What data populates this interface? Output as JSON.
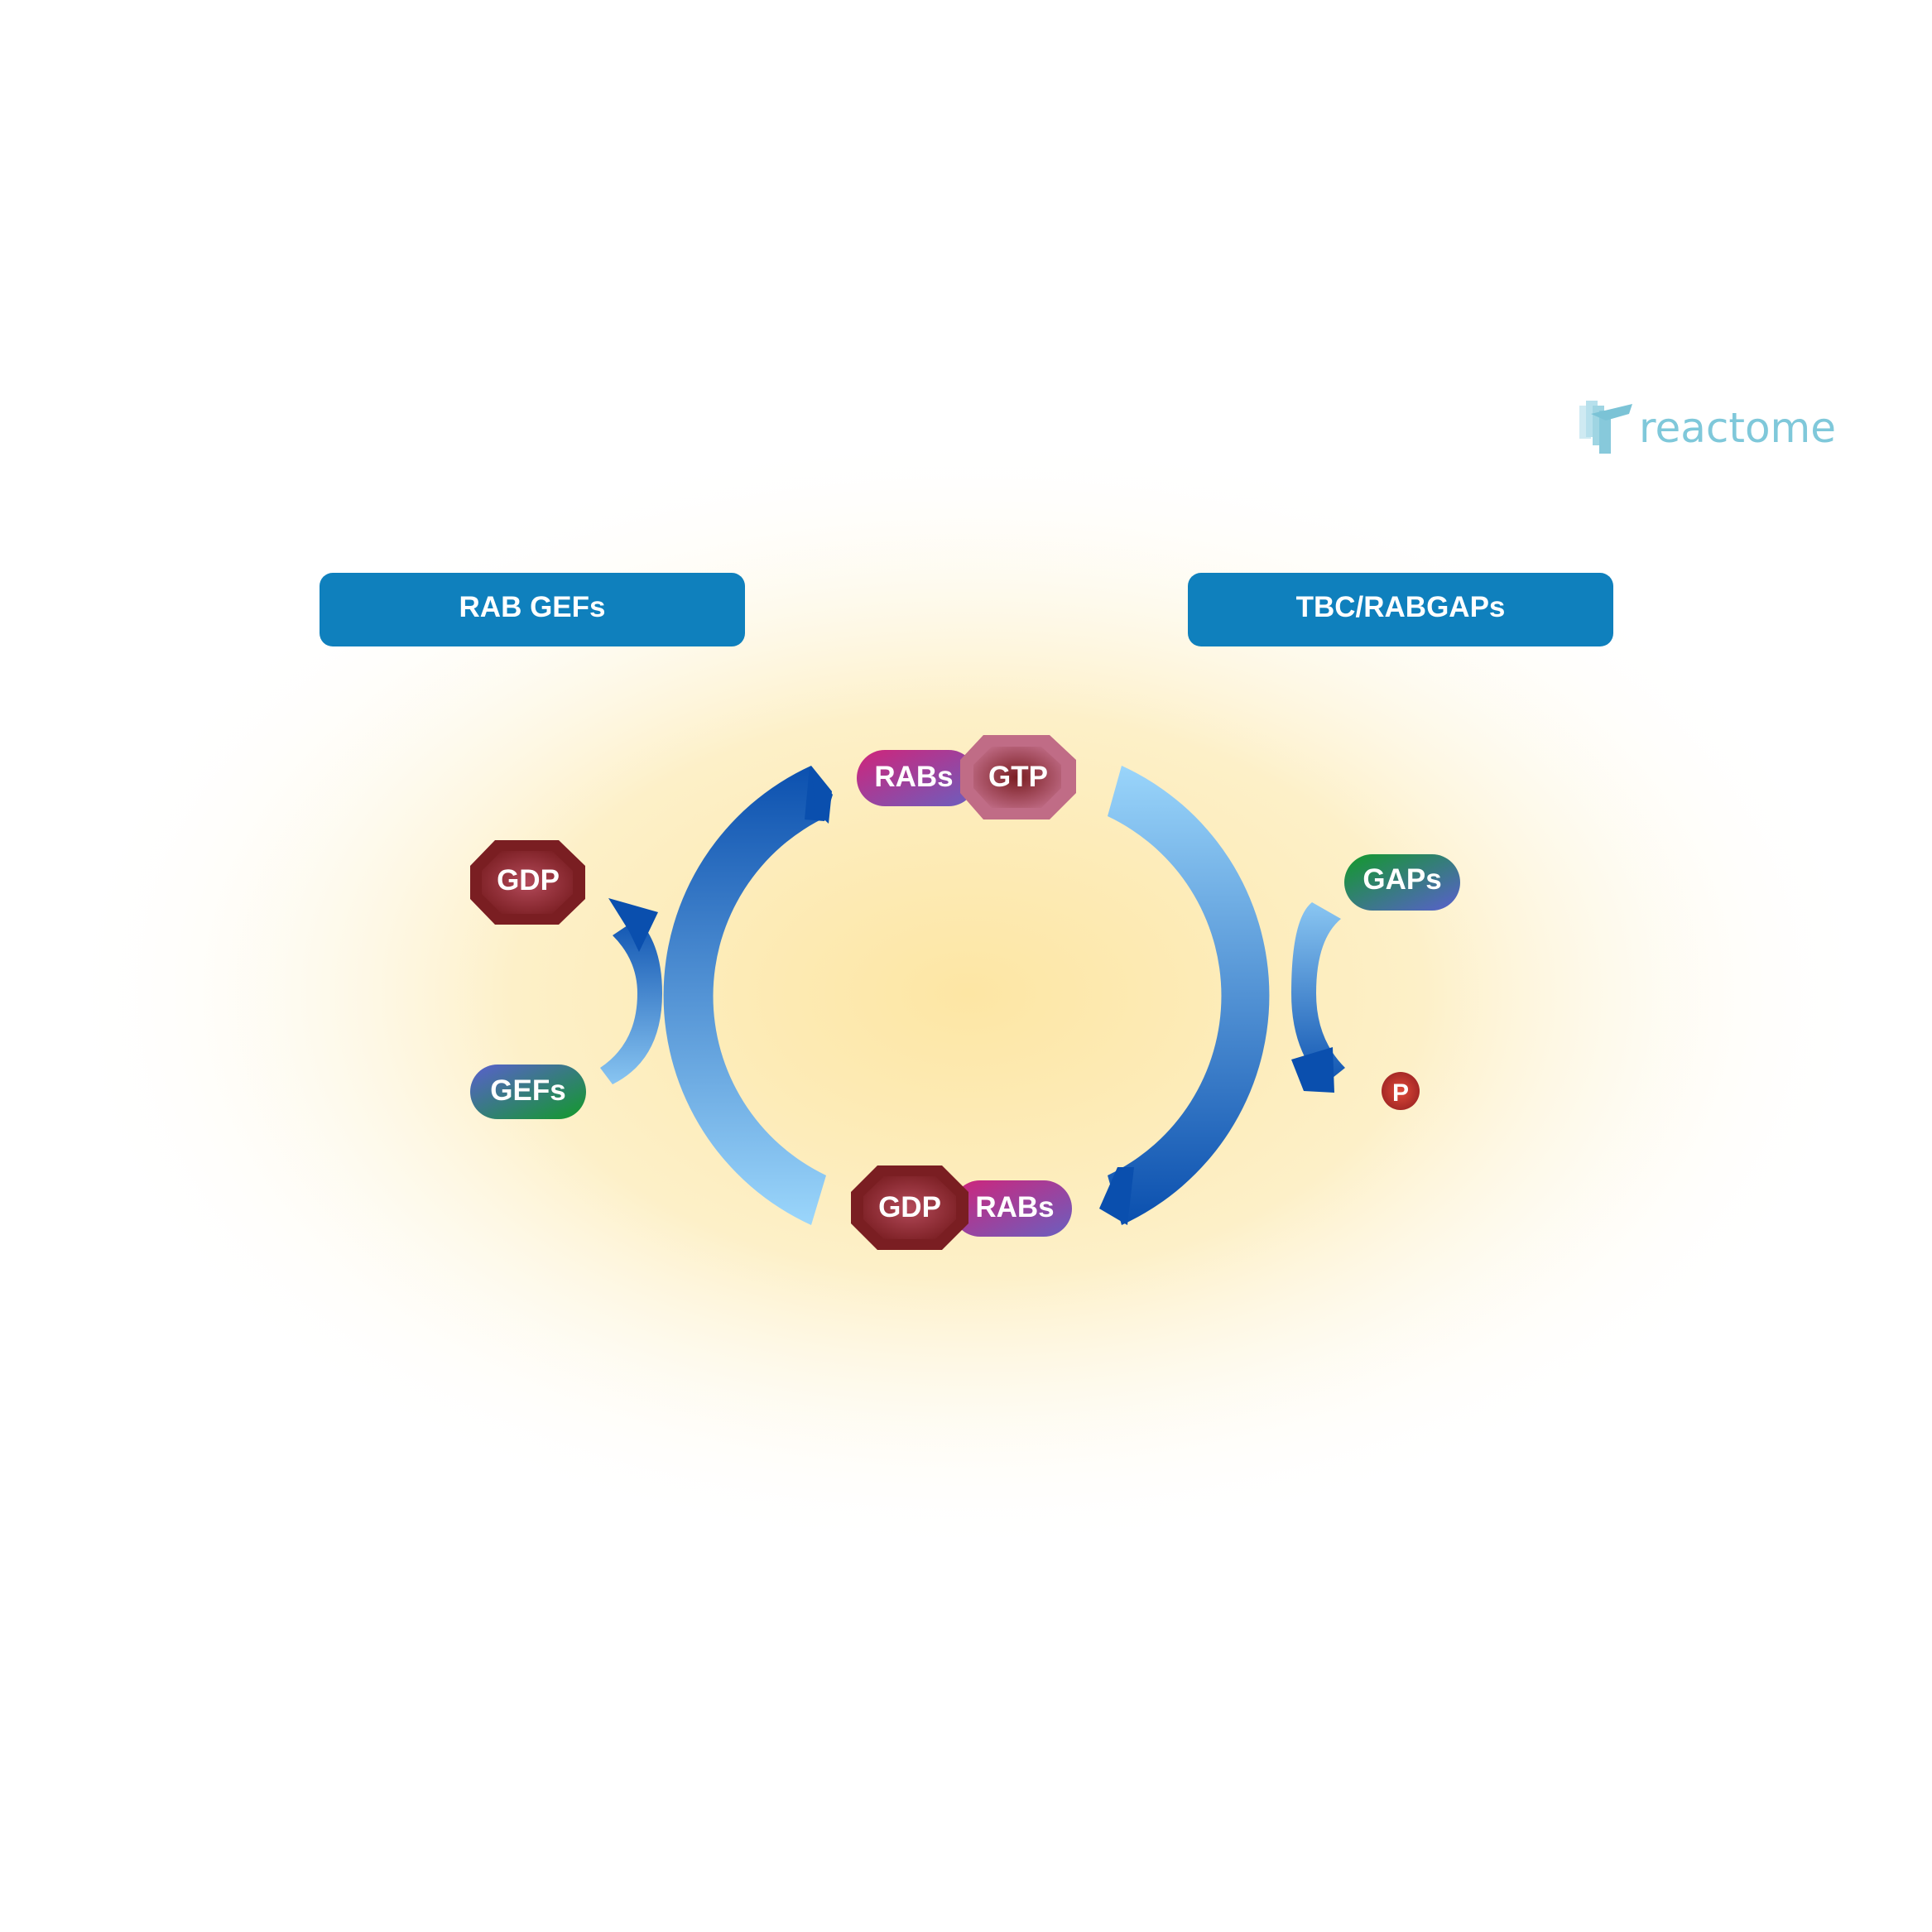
{
  "logo": {
    "text": "reactome",
    "color": "#7fc8da"
  },
  "colors": {
    "label_box": "#0f80bd",
    "arrow_dark": "#0a4fae",
    "arrow_light": "#9bd6fb",
    "background_glow": "#fde7a7",
    "protein_pink": "#d0247a",
    "protein_purple": "#6a5fbf",
    "protein_green": "#129a2a",
    "molecule_dark_red": "#7a1e22",
    "molecule_rose": "#c06c86",
    "phosphate": "#c5322d"
  },
  "labels": {
    "rab_gefs": "RAB GEFs",
    "tbc_rabgaps": "TBC/RABGAPs"
  },
  "entities": {
    "rabs_top": "RABs",
    "gtp": "GTP",
    "gdp_left": "GDP",
    "gefs": "GEFs",
    "gaps": "GAPs",
    "phosphate": "P",
    "gdp_bottom": "GDP",
    "rabs_bottom": "RABs"
  }
}
